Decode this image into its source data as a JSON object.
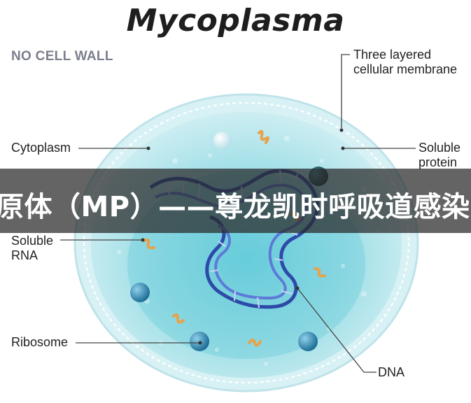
{
  "title": "Mycoplasma",
  "note": "NO CELL WALL",
  "labels": {
    "membrane_line1": "Three layered",
    "membrane_line2": "cellular membrane",
    "cytoplasm": "Cytoplasm",
    "protein_line1": "Soluble",
    "protein_line2": "protein",
    "rna_line1": "Soluble",
    "rna_line2": "RNA",
    "ribosome": "Ribosome",
    "dna": "DNA"
  },
  "banner": "原体（MP）——尊龙凯时呼吸道感染",
  "colors": {
    "cell_outer": "#b9e6ec",
    "cell_inner": "#7fd3e0",
    "dna": "#2e4aa8",
    "ribosome": "#3b8fb8",
    "rna": "#e8a24a"
  }
}
